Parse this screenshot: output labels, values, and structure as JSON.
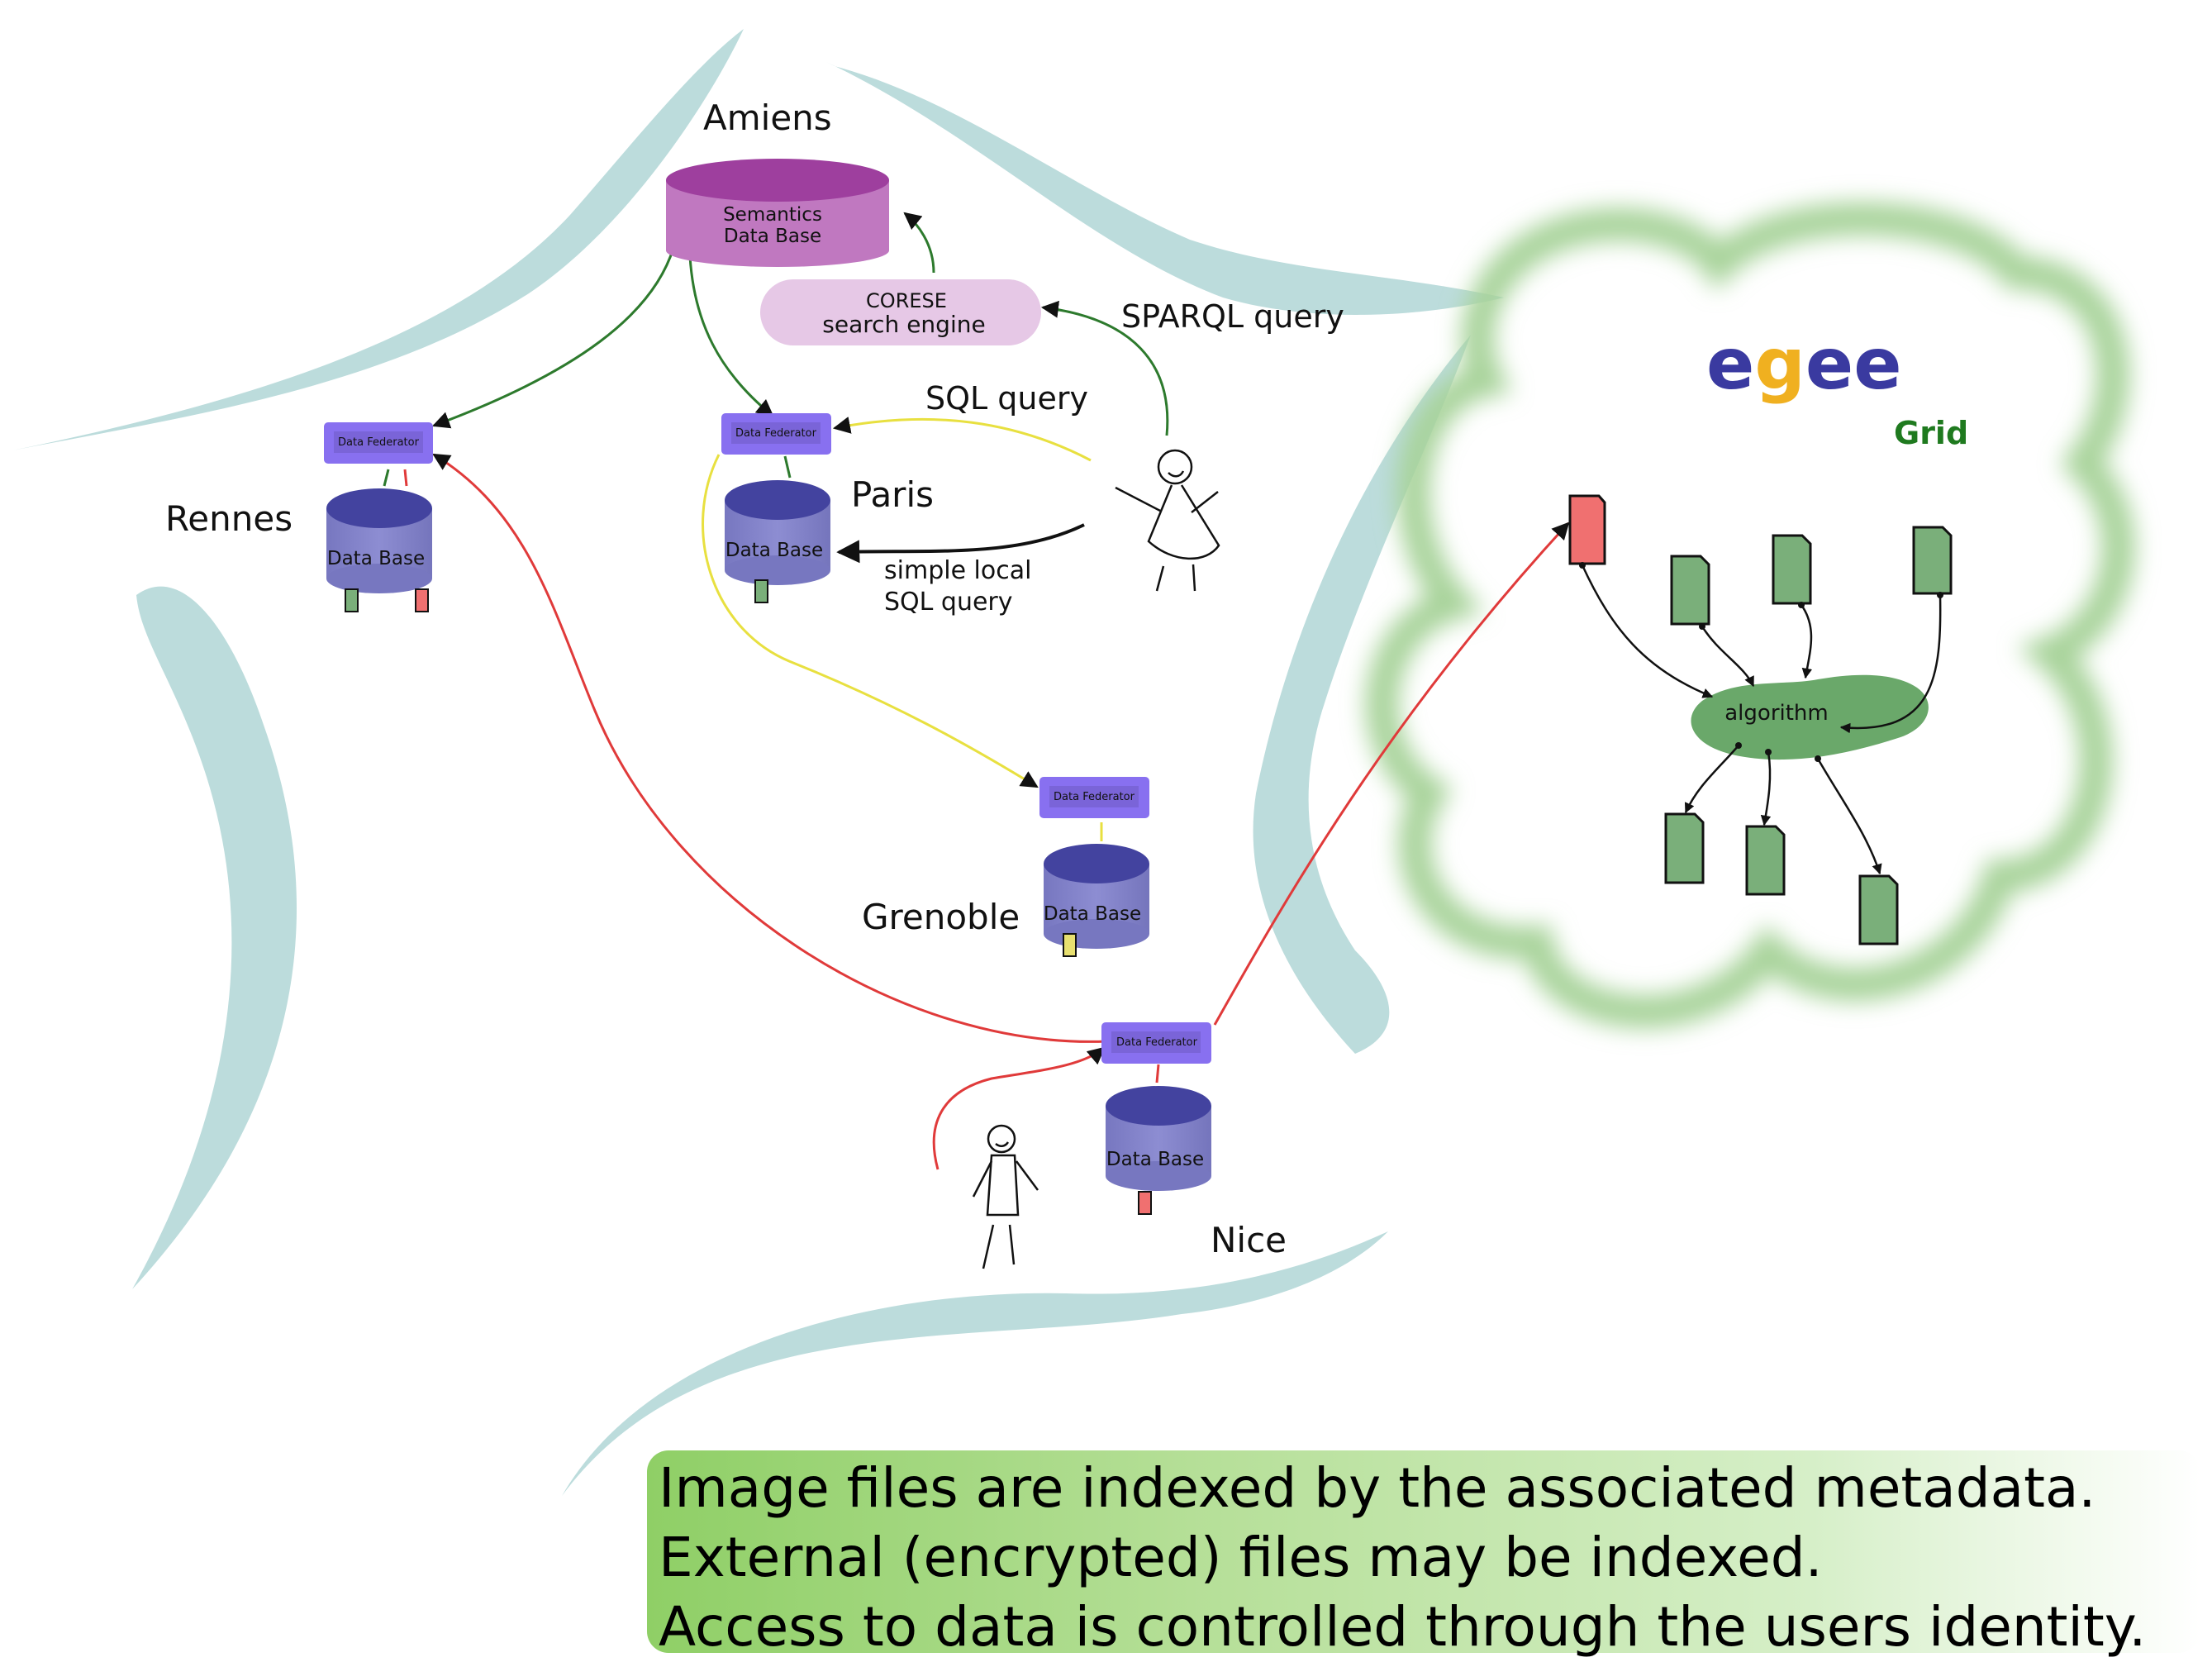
{
  "cities": {
    "amiens": "Amiens",
    "rennes": "Rennes",
    "paris": "Paris",
    "grenoble": "Grenoble",
    "nice": "Nice"
  },
  "semantics_db": {
    "line1": "Semantics",
    "line2": "Data Base"
  },
  "corese": {
    "line1": "CORESE",
    "line2": "search engine"
  },
  "queries": {
    "sparql": "SPARQL query",
    "sql": "SQL query",
    "local_line1": "simple local",
    "local_line2": "SQL query"
  },
  "database_label": "Data Base",
  "federator_label": "Data Federator",
  "grid": {
    "logo": "egee",
    "label": "Grid",
    "algorithm": "algorithm"
  },
  "caption": {
    "line1": "Image files are indexed by the associated metadata.",
    "line2": "External (encrypted) files may be indexed.",
    "line3": "Access to data is controlled through the users identity."
  },
  "colors": {
    "france_outline": "#bcdcdc",
    "database": "#8080c8",
    "database_top": "#43439f",
    "federator": "#8870f0",
    "semantics_db": "#c078c0",
    "corese": "#e6c8e6",
    "green_arrow": "#2d7a2d",
    "yellow_arrow": "#e8e040",
    "red_arrow": "#e03a3a",
    "grid_cloud": "#9fcf8f",
    "file_green": "#7aaf7a",
    "file_red": "#f07070",
    "egee_blue": "#3a3aa0",
    "egee_orange": "#f0b020",
    "grid_text": "#1f7a1f"
  }
}
